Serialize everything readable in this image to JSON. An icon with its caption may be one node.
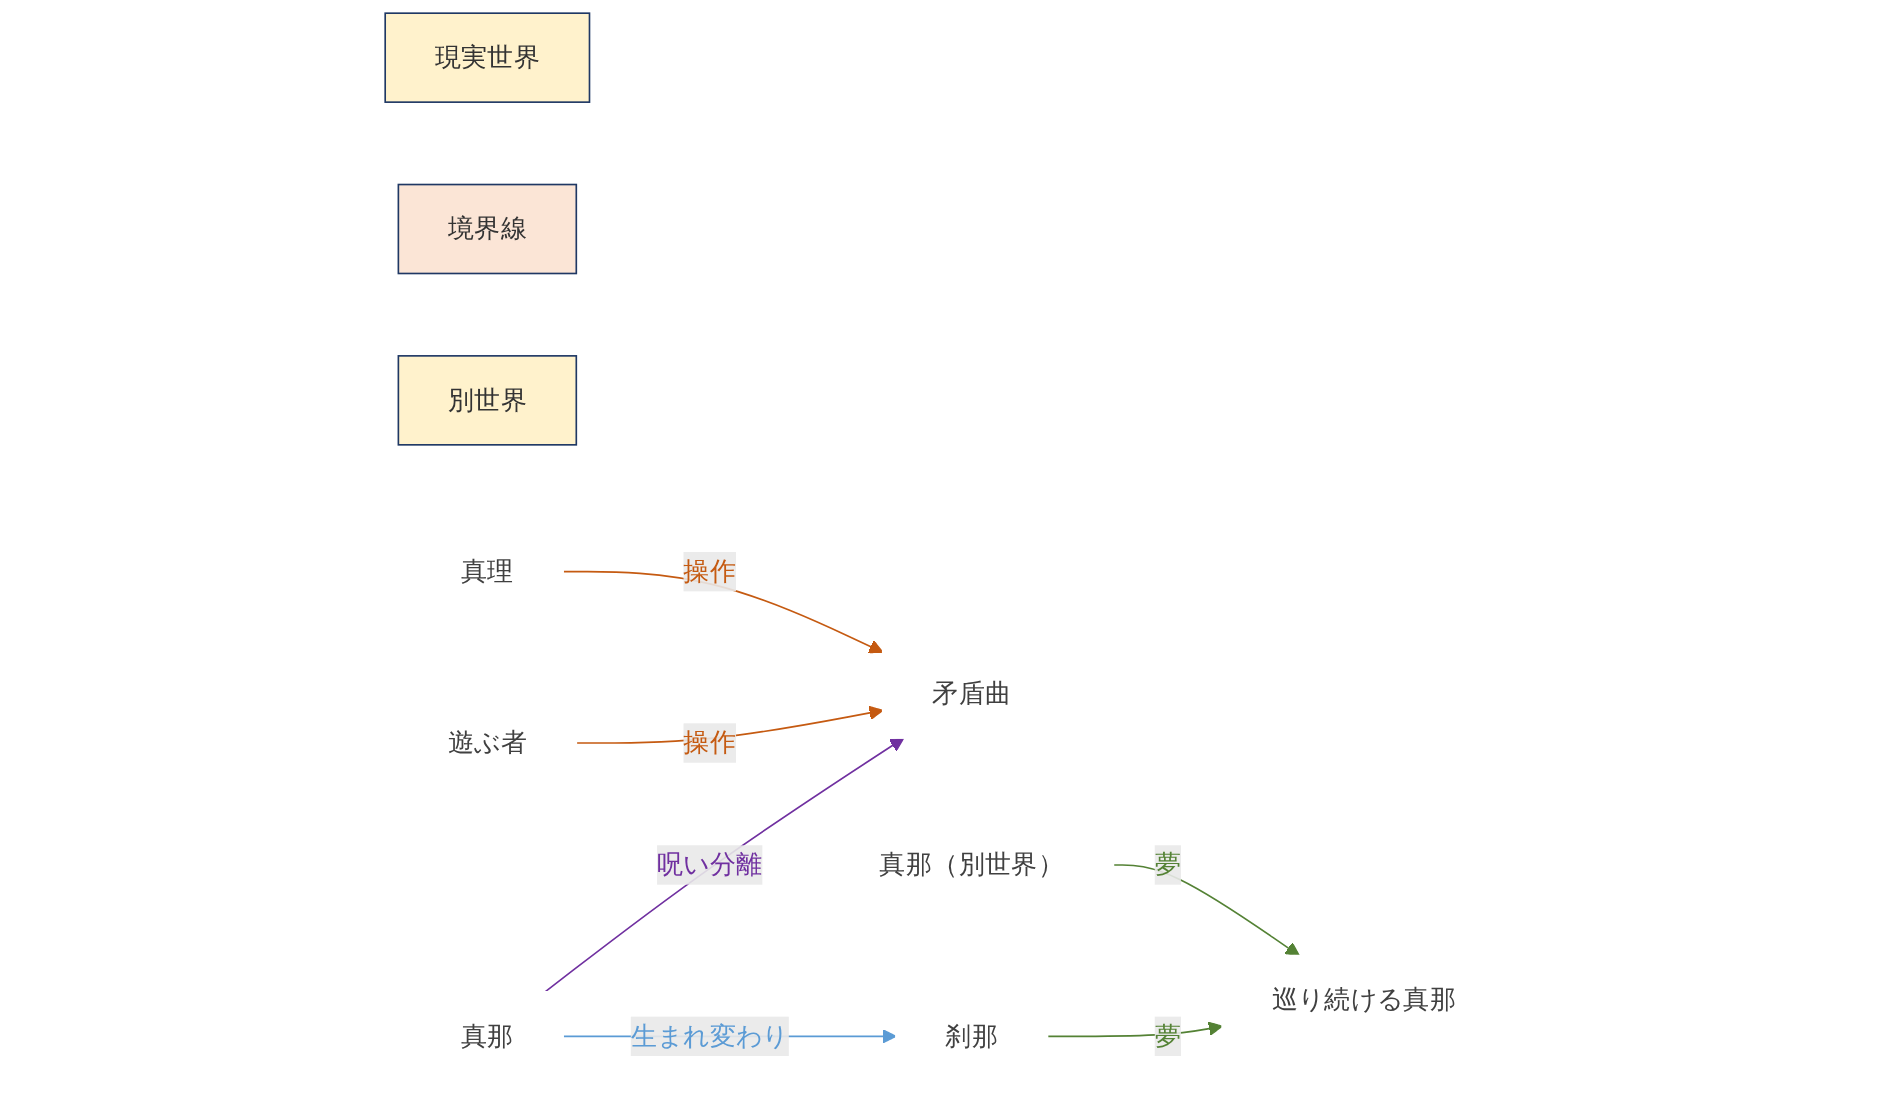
{
  "diagram": {
    "nodes": [
      {
        "text": [
          "現実世界"
        ]
      },
      {
        "text": [
          "境界線"
        ]
      },
      {
        "text": [
          "別世界"
        ]
      },
      {
        "text": [
          "真那"
        ]
      },
      {
        "text": [
          "矛盾曲"
        ]
      },
      {
        "text": [
          "遊ぶ者"
        ]
      },
      {
        "text": [
          "刹那"
        ]
      },
      {
        "text": [
          "真理"
        ]
      },
      {
        "text": [
          "巡り続ける真那"
        ]
      },
      {
        "text": [
          "真那（別世界）"
        ]
      }
    ],
    "edges": [
      {
        "from": 3,
        "to": 4,
        "arrow": "to",
        "label": "呪い分離",
        "color": "#7030a0"
      },
      {
        "from": 5,
        "to": 4,
        "arrow": "to",
        "label": "操作",
        "color": "#c55a11"
      },
      {
        "from": 3,
        "to": 6,
        "arrow": "to",
        "label": "生まれ変わり",
        "color": "#5b9bd5"
      },
      {
        "from": 7,
        "to": 4,
        "arrow": "to",
        "label": "操作",
        "color": "#c55a11"
      },
      {
        "from": 6,
        "to": 8,
        "arrow": "to",
        "label": "夢",
        "color": "#548235"
      },
      {
        "from": 9,
        "to": 8,
        "arrow": "to",
        "label": "夢",
        "color": "#548235"
      }
    ]
  }
}
